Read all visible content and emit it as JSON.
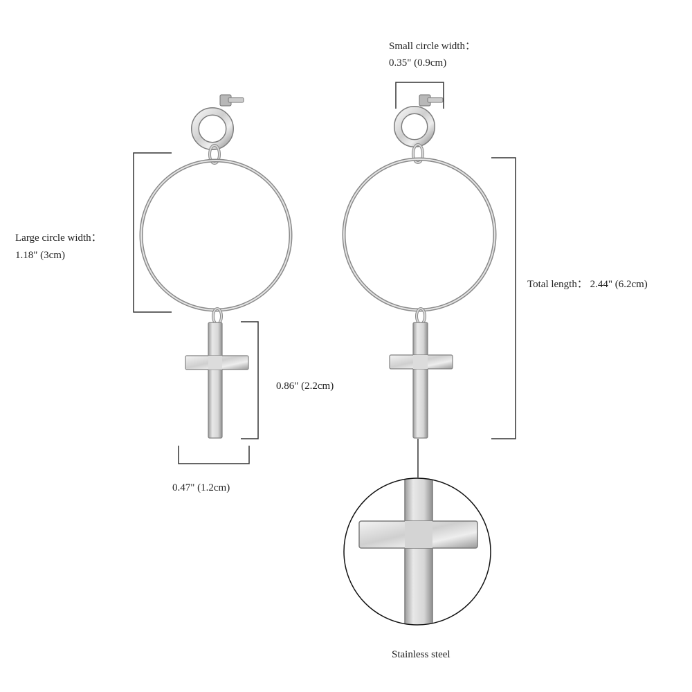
{
  "labels": {
    "small_circle_title": "Small circle width：",
    "small_circle_value": "0.35\" (0.9cm)",
    "large_circle_title": "Large circle width：",
    "large_circle_value": "1.18\" (3cm)",
    "total_length": "Total length： 2.44\" (6.2cm)",
    "cross_height": "0.86\" (2.2cm)",
    "cross_width": "0.47\" (1.2cm)",
    "material": "Stainless steel"
  },
  "colors": {
    "background": "#ffffff",
    "text": "#222222",
    "dimension_line": "#333333",
    "steel_light": "#f2f2f2",
    "steel_mid": "#c4c4c4",
    "steel_dark": "#7a7a7a"
  }
}
